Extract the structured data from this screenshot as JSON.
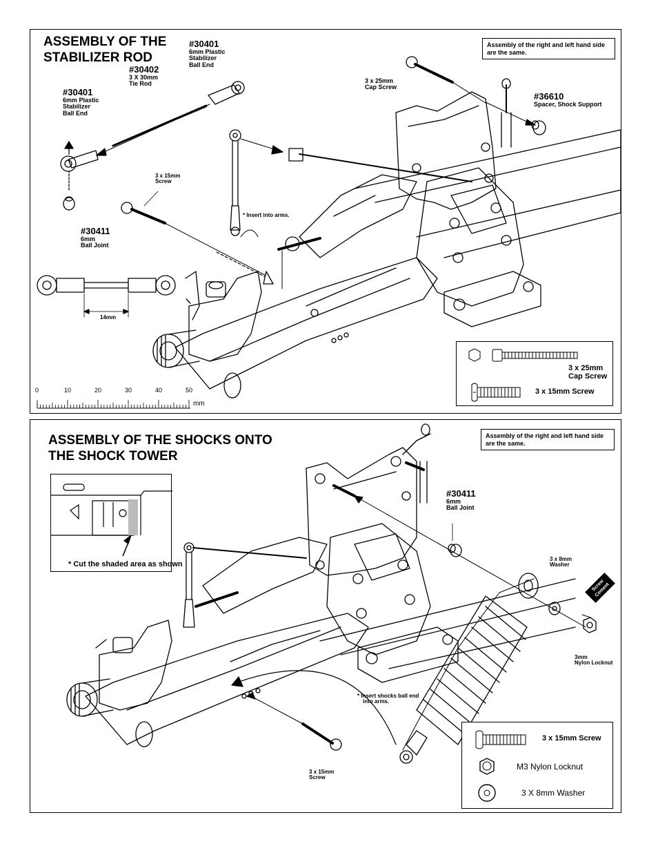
{
  "panel1": {
    "title": "ASSEMBLY OF THE STABILIZER ROD",
    "note": "Assembly of the right and left hand side are the same.",
    "parts": [
      {
        "pn": "#30401",
        "desc": [
          "6mm Plastic",
          "Stabilizer",
          "Ball End"
        ]
      },
      {
        "pn": "#30402",
        "desc": [
          "3 X 30mm",
          "Tie  Rod"
        ]
      },
      {
        "pn": "#30401",
        "desc": [
          "6mm Plastic",
          "Stabilizer",
          "Ball End"
        ]
      },
      {
        "pn": "#30411",
        "desc": [
          "6mm",
          "Ball Joint"
        ]
      },
      {
        "pn": "#36610",
        "desc": [
          "Spacer, Shock Support"
        ]
      }
    ],
    "labels": {
      "cap_screw": [
        "3 x 25mm",
        "Cap Screw"
      ],
      "screw15": [
        "3 x 15mm",
        "Screw"
      ],
      "insert_arms": "* Insert into arms.",
      "dim": "14mm"
    },
    "ruler": {
      "ticks": [
        "0",
        "10",
        "20",
        "30",
        "40",
        "50"
      ],
      "unit": "mm"
    },
    "legend": {
      "item1": [
        "3 x 25mm",
        "Cap Screw"
      ],
      "item2": "3 x 15mm Screw"
    }
  },
  "panel2": {
    "title": "ASSEMBLY OF THE SHOCKS ONTO THE SHOCK TOWER",
    "note": "Assembly of the right and left hand side are the same.",
    "inset_caption": "* Cut the shaded area as shown",
    "part": {
      "pn": "#30411",
      "desc": [
        "6mm",
        "Ball Joint"
      ]
    },
    "labels": {
      "washer": [
        "3 x 8mm",
        "Washer"
      ],
      "locknut": [
        "3mm",
        "Nylon Locknut"
      ],
      "insert_shocks": [
        "* Insert  shocks ball end",
        "into  arms."
      ],
      "screw15": [
        "3 x 15mm",
        "Screw"
      ],
      "cement": [
        "Screw",
        "Cement"
      ]
    },
    "legend": {
      "item1": "3 x 15mm Screw",
      "item2": "M3 Nylon Locknut",
      "item3": "3 X 8mm Washer"
    }
  }
}
